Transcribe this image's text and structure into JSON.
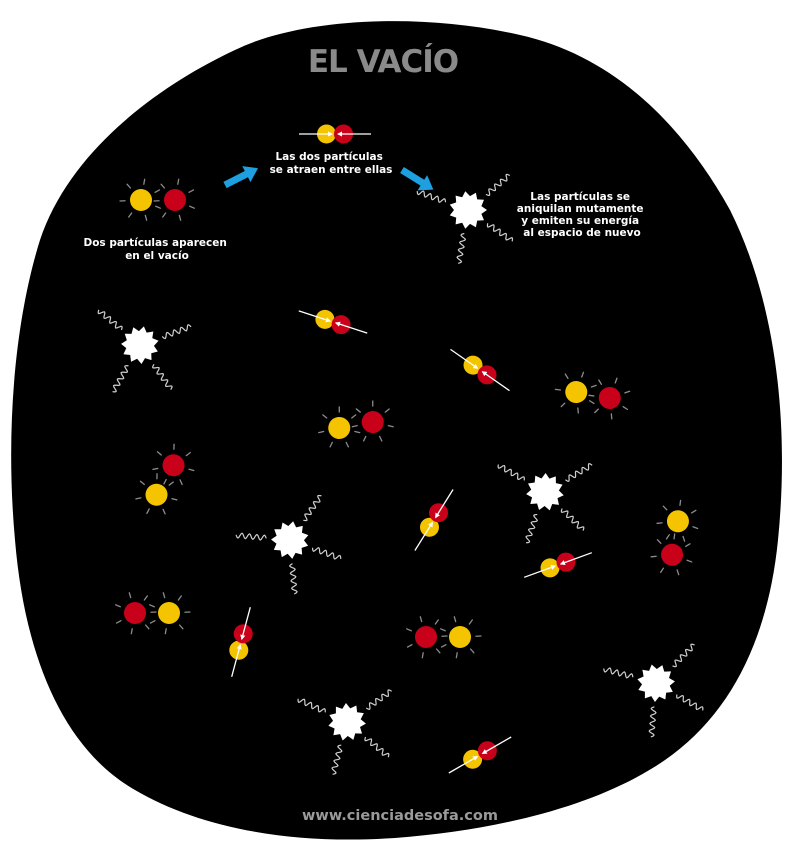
{
  "title": "EL VACÍO",
  "steps": [
    {
      "caption_lines": [
        "Dos partículas aparecen",
        "en el vacío"
      ]
    },
    {
      "caption_lines": [
        "Las dos partículas",
        "se atraen entre ellas"
      ]
    },
    {
      "caption_lines": [
        "Las partículas se",
        "aniquilan mutamente",
        "y emiten su energía",
        "al espacio de nuevo"
      ]
    }
  ],
  "footer": "www.cienciadesofa.com",
  "colors": {
    "background_blob": "#000000",
    "particle_yellow": "#f5c400",
    "particle_red": "#c8001a",
    "step_arrow": "#1e9fe0",
    "title": "#8a8a8a",
    "footer": "#9a9a9a"
  }
}
